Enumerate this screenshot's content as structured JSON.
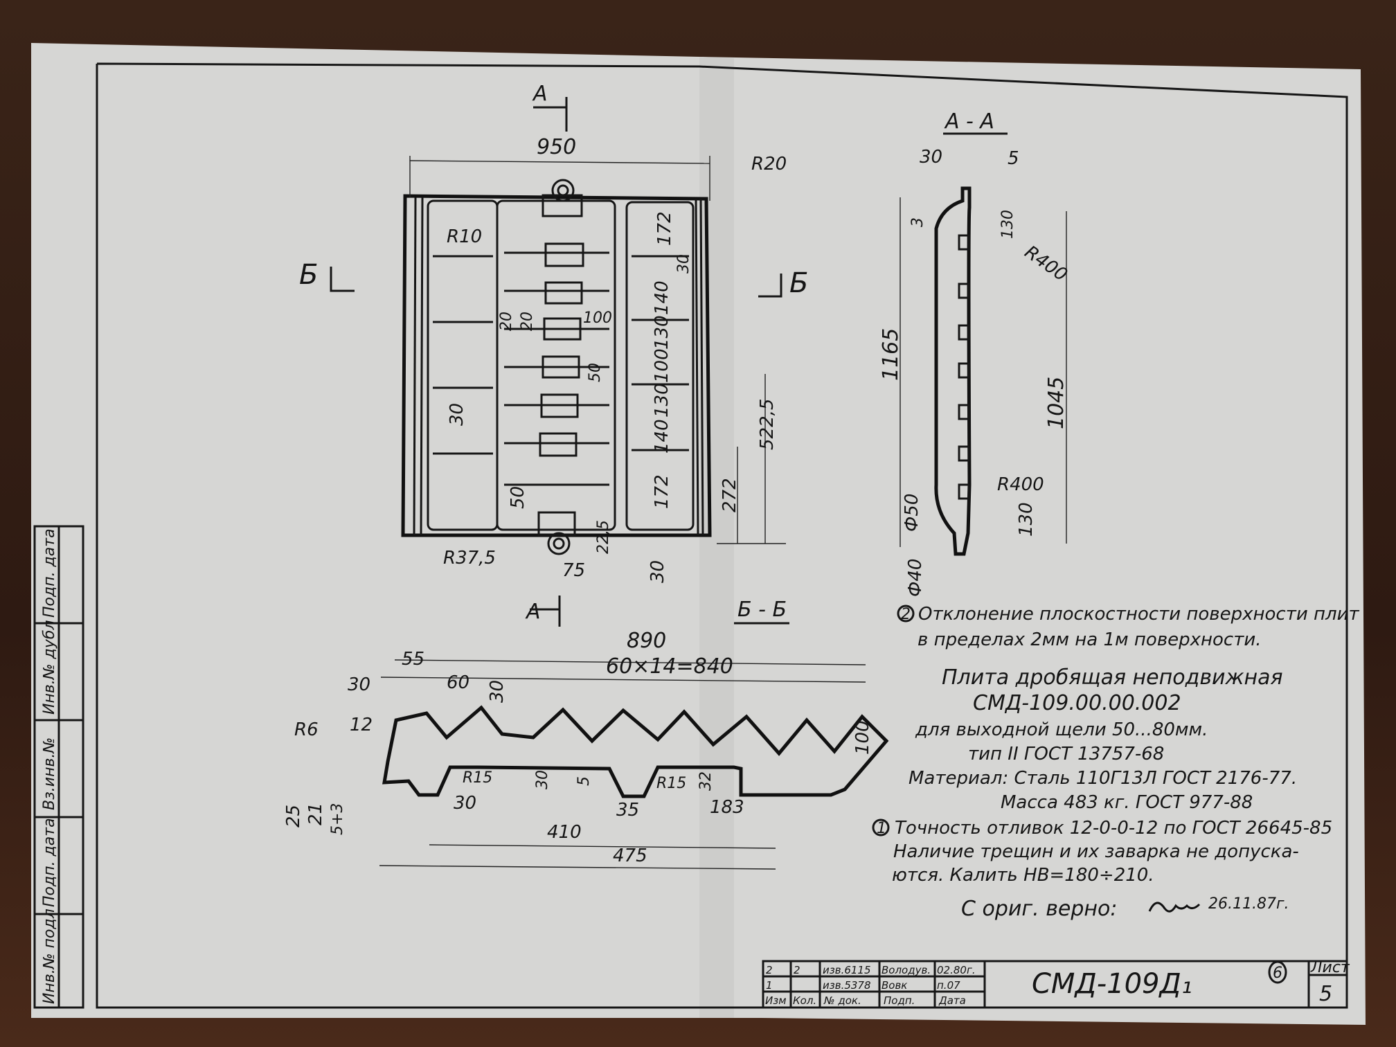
{
  "section_marks": {
    "a_top": "А",
    "a_bottom": "А",
    "b_left": "Б",
    "b_right": "Б"
  },
  "plan_view": {
    "dims": [
      "950",
      "R20",
      "R10",
      "172",
      "30",
      "140",
      "130",
      "100",
      "130",
      "140",
      "172",
      "100",
      "20",
      "20",
      "50",
      "30",
      "50",
      "R37,5",
      "75",
      "22,5",
      "30",
      "272",
      "522,5"
    ]
  },
  "section_aa": {
    "title": "А - А",
    "dims": [
      "30",
      "5",
      "3",
      "130",
      "R400",
      "1165",
      "1045",
      "R400",
      "130",
      "Ф50",
      "Ф40"
    ]
  },
  "section_bb": {
    "title": "Б - Б",
    "dims": [
      "890",
      "60×14=840",
      "55",
      "30",
      "60",
      "30",
      "R6",
      "12",
      "R15",
      "30",
      "5",
      "R15",
      "32",
      "100",
      "25",
      "21",
      "5+3",
      "30",
      "35",
      "183",
      "410",
      "475"
    ]
  },
  "notes": {
    "note2_marker": "2",
    "note2_line1": "Отклонение плоскостности поверхности плит",
    "note2_line2": "в пределах 2мм на 1м поверхности.",
    "part_name": "Плита дробящая неподвижная",
    "part_number": "СМД-109.00.00.002",
    "purpose": "для выходной щели 50...80мм.",
    "type": "тип II ГОСТ 13757-68",
    "material": "Материал: Сталь 110Г13Л ГОСТ 2176-77.",
    "mass": "Масса 483 кг. ГОСТ 977-88",
    "note1_marker": "1",
    "note1_line1": "Точность отливок 12-0-0-12 по ГОСТ 26645-85",
    "note1_line2": "Наличие трещин и их заварка не допуска-",
    "note1_line3": "ются. Калить НВ=180÷210.",
    "certified": "С ориг. верно:",
    "certified_date": "26.11.87г."
  },
  "side_stamp": [
    "Инв.№ подл",
    "Подп. дата",
    "Вз.инв.№",
    "Инв.№ дубл",
    "Подп. дата"
  ],
  "title_block": {
    "rows": [
      [
        "2",
        "2",
        "изв.6115",
        "Володув.",
        "02.80г."
      ],
      [
        "1",
        "",
        "изв.5378",
        "Вовк",
        "п.07"
      ],
      [
        "Изм",
        "Кол.",
        "№ док.",
        "Подп.",
        "Дата"
      ]
    ],
    "designation": "СМД-109Д₁",
    "circled": "6",
    "sheet_label": "Лист",
    "sheet_number": "5"
  }
}
